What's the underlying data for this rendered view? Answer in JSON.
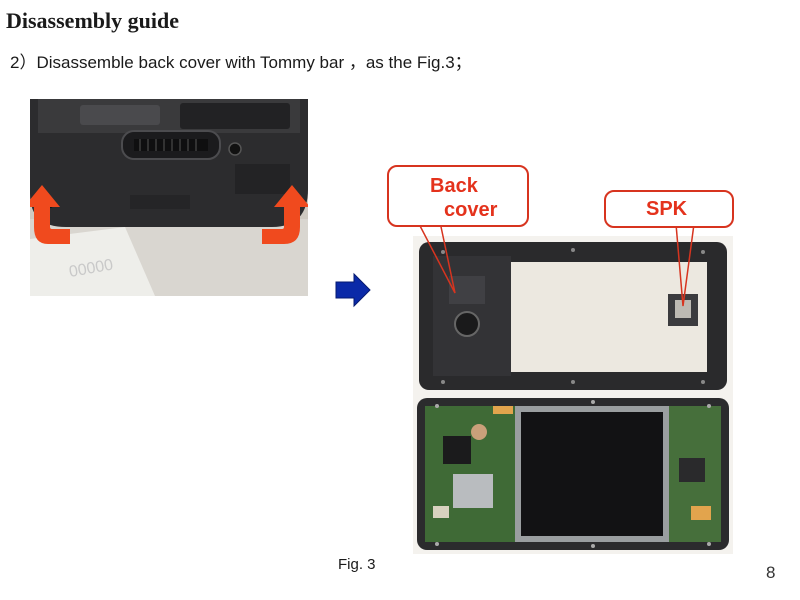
{
  "title": "Disassembly guide",
  "step": "2）Disassemble back cover with Tommy bar ，as the Fig.3；",
  "callouts": {
    "back_cover_line1": "Back",
    "back_cover_line2": "cover",
    "spk": "SPK"
  },
  "caption": "Fig.  3",
  "page_number": "8",
  "colors": {
    "callout_border": "#d7341f",
    "callout_text": "#e4321c",
    "red_arrow": "#f04a1e",
    "blue_arrow": "#0b2aa8"
  }
}
